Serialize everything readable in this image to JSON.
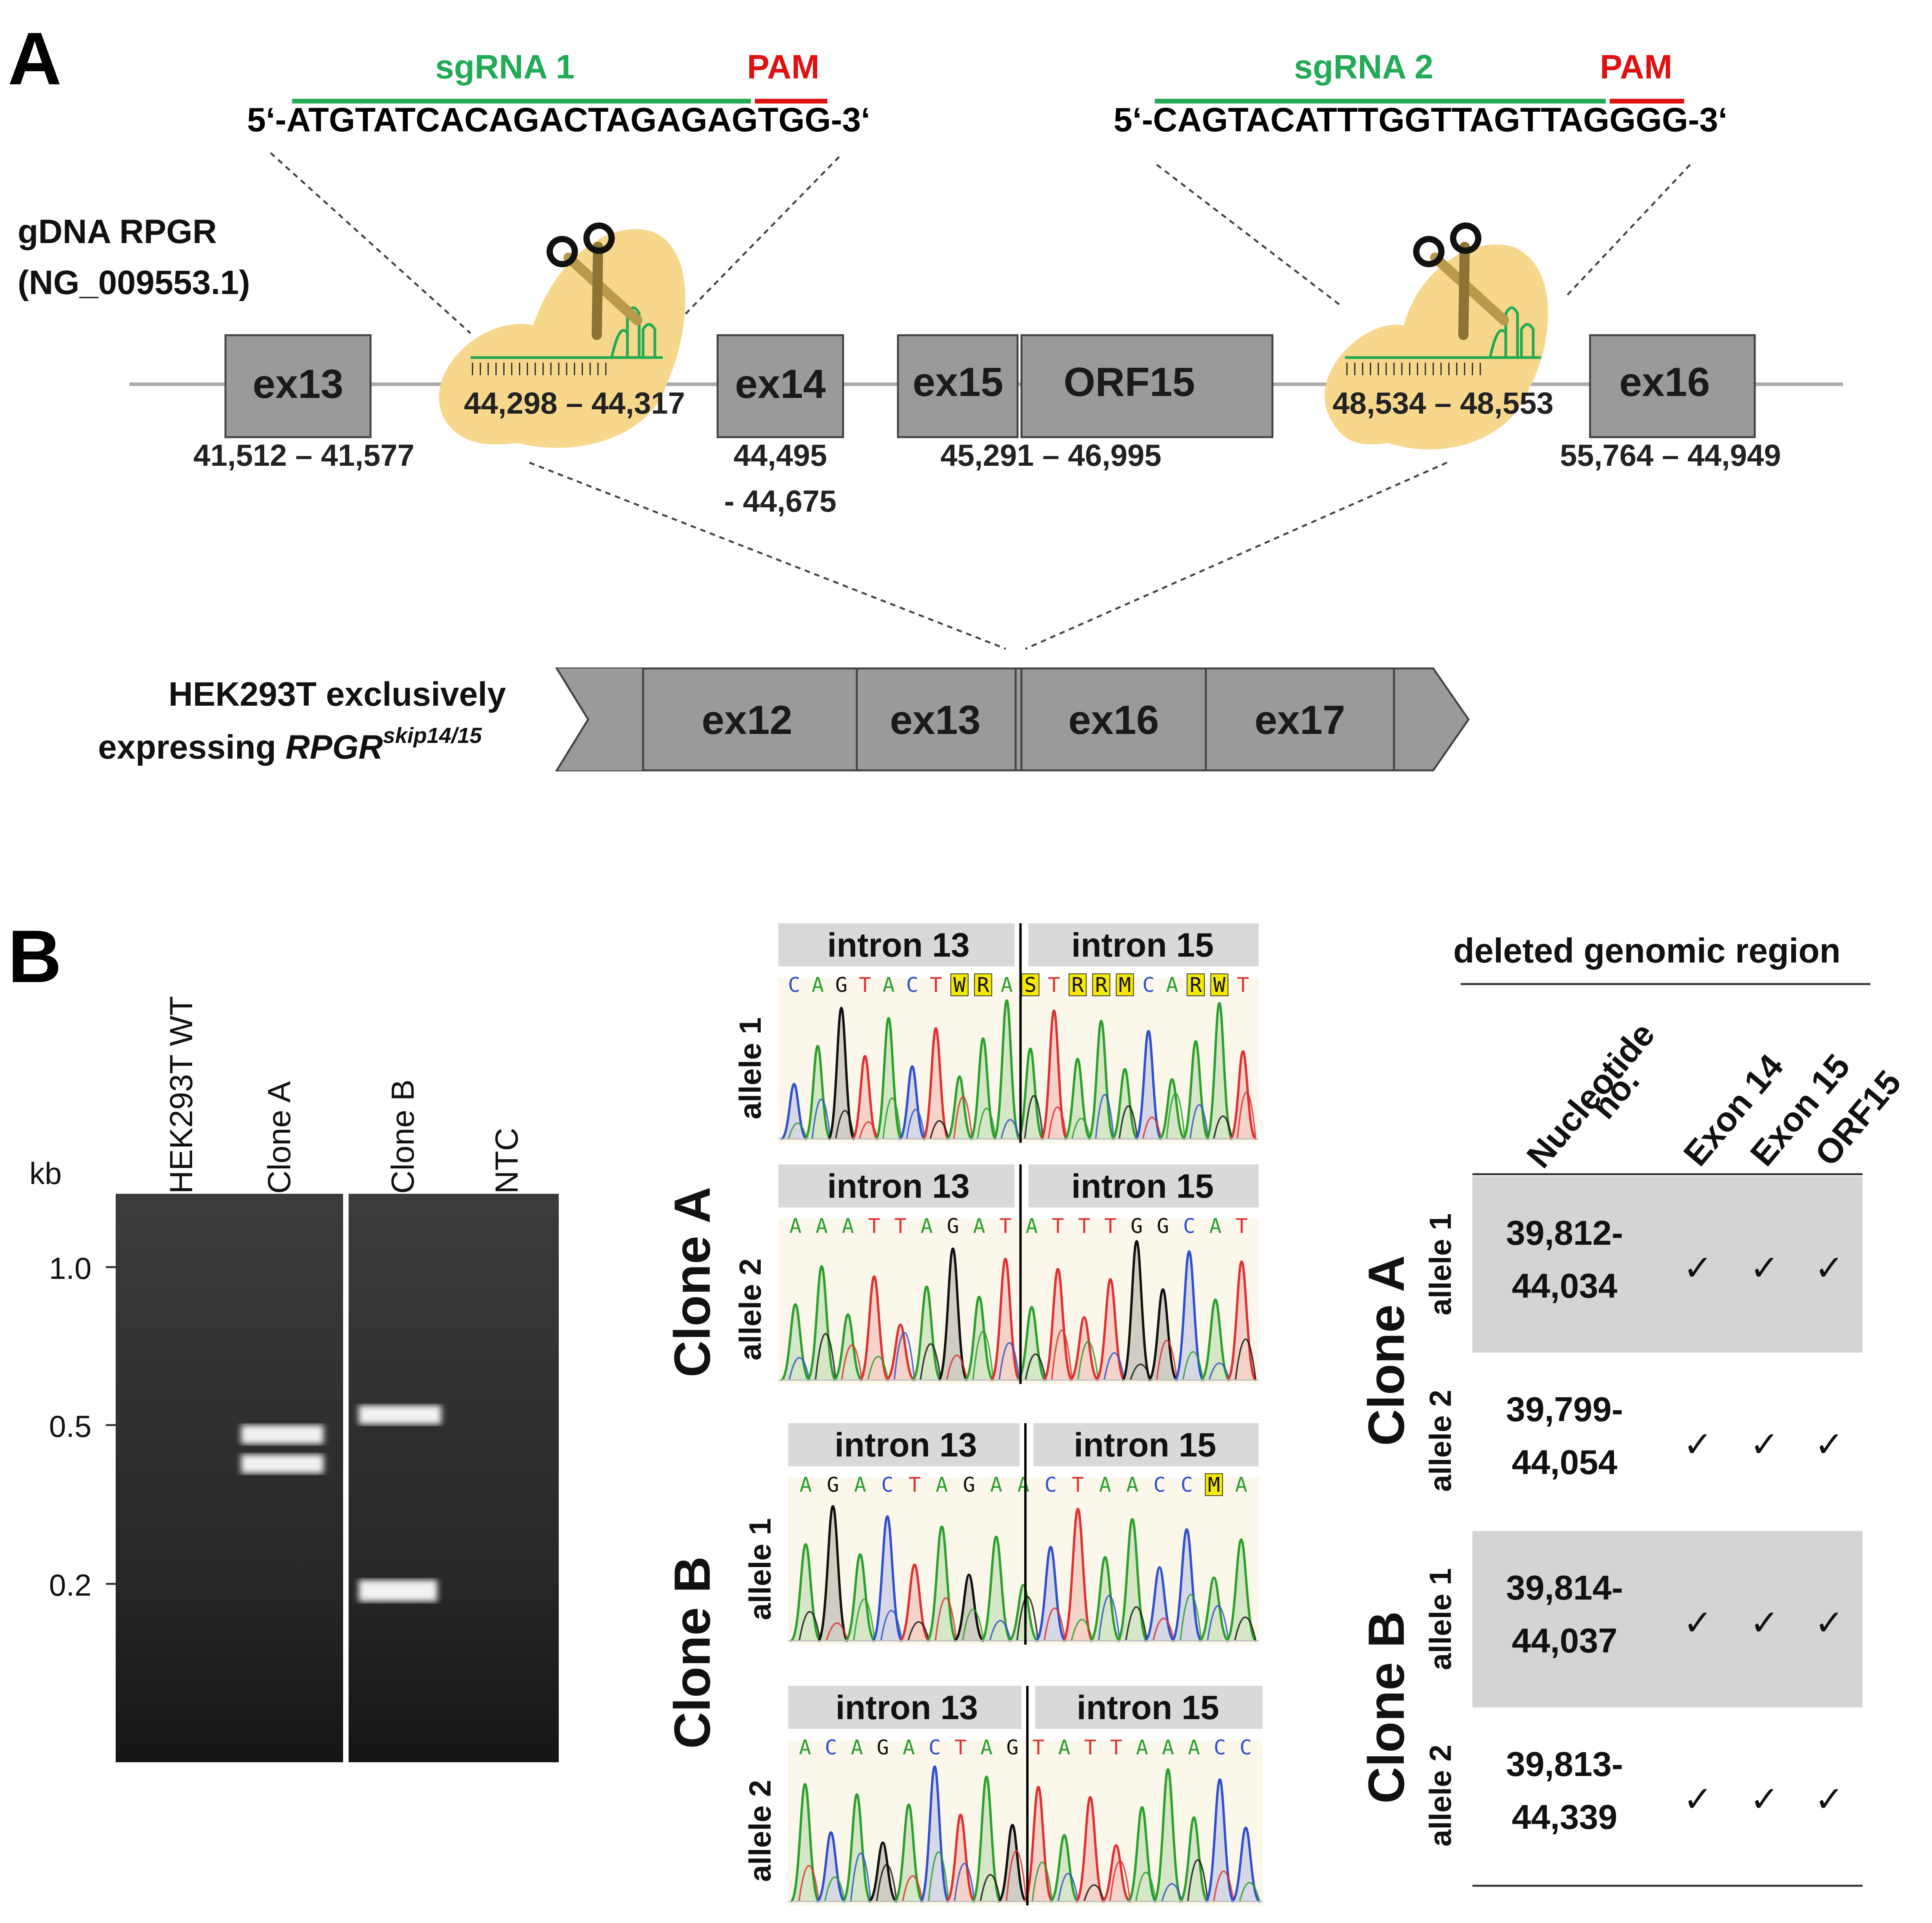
{
  "panel_a": {
    "label": "A",
    "sgrna1": {
      "name": "sgRNA 1",
      "pam": "PAM",
      "seq_prefix": "5‘-",
      "seq_guide": "ATGTATCACAGACTAGAGAG",
      "seq_pam": "TGG",
      "seq_suffix": "-3‘",
      "coord": "44,298 – 44,317"
    },
    "sgrna2": {
      "name": "sgRNA 2",
      "pam": "PAM",
      "seq_prefix": "5‘-",
      "seq_guide": "CAGTACATTTGGTTAGTTAG",
      "seq_pam": "GGG",
      "seq_suffix": "-3‘",
      "coord": "48,534 – 48,553"
    },
    "gdna_label": [
      "gDNA RPGR",
      "(NG_009553.1)"
    ],
    "exons": [
      {
        "name": "ex13",
        "coord": "41,512 – 41,577"
      },
      {
        "name": "ex14",
        "coord": "44,495",
        "coord2": "- 44,675"
      },
      {
        "name": "ex15",
        "coord": "45,291 – 46,995"
      },
      {
        "name": "ORF15"
      },
      {
        "name": "ex16",
        "coord": "55,764 – 44,949"
      }
    ],
    "result_label": {
      "line1": "HEK293T exclusively",
      "line2": "expressing ",
      "gene": "RPGR",
      "superscript": "skip14/15"
    },
    "transcript_exons": [
      "ex12",
      "ex13",
      "ex16",
      "ex17"
    ]
  },
  "panel_b": {
    "label": "B",
    "gel": {
      "unit": "kb",
      "ladder": [
        "1.0",
        "0.5",
        "0.2"
      ],
      "lanes": [
        "HEK293T WT",
        "Clone A",
        "Clone B",
        "NTC"
      ]
    },
    "chromatograms": [
      {
        "clone": "Clone A",
        "allele": "allele 1",
        "left": "intron 13",
        "right": "intron 15",
        "bases_left": [
          "C",
          "A",
          "G",
          "T",
          "A",
          "C",
          "T",
          "W",
          "R",
          "A"
        ],
        "bases_right": [
          "S",
          "T",
          "R",
          "R",
          "M",
          "C",
          "A",
          "R",
          "W",
          "T"
        ]
      },
      {
        "clone": "Clone A",
        "allele": "allele 2",
        "left": "intron 13",
        "right": "intron 15",
        "bases_left": [
          "A",
          "A",
          "A",
          "T",
          "T",
          "A",
          "G",
          "A",
          "T"
        ],
        "bases_right": [
          "A",
          "T",
          "T",
          "T",
          "G",
          "G",
          "C",
          "A",
          "T"
        ]
      },
      {
        "clone": "Clone B",
        "allele": "allele 1",
        "left": "intron 13",
        "right": "intron 15",
        "bases_left": [
          "A",
          "G",
          "A",
          "C",
          "T",
          "A",
          "G",
          "A"
        ],
        "bases_right": [
          "A",
          "C",
          "T",
          "A",
          "A",
          "C",
          "C",
          "M",
          "A"
        ]
      },
      {
        "clone": "Clone B",
        "allele": "allele 2",
        "left": "intron 13",
        "right": "intron 15",
        "bases_left": [
          "A",
          "C",
          "A",
          "G",
          "A",
          "C",
          "T",
          "A",
          "G"
        ],
        "bases_right": [
          "T",
          "A",
          "T",
          "T",
          "A",
          "A",
          "A",
          "C",
          "C"
        ]
      }
    ],
    "clone_labels": [
      "Clone A",
      "Clone B"
    ],
    "table": {
      "title": "deleted genomic region",
      "headers": [
        "Nucleotide",
        "no.",
        "Exon 14",
        "Exon 15",
        "ORF15"
      ],
      "tick": "✓",
      "rows": [
        {
          "clone": "Clone A",
          "allele": "allele 1",
          "nt1": "39,812-",
          "nt2": "44,034"
        },
        {
          "clone": "Clone A",
          "allele": "allele 2",
          "nt1": "39,799-",
          "nt2": "44,054"
        },
        {
          "clone": "Clone B",
          "allele": "allele 1",
          "nt1": "39,814-",
          "nt2": "44,037"
        },
        {
          "clone": "Clone B",
          "allele": "allele 2",
          "nt1": "39,813-",
          "nt2": "44,339"
        }
      ]
    }
  },
  "colors": {
    "guide": "#22aa55",
    "pam": "#e01010",
    "exon": "#9a9a9a",
    "cas9": "#f6d78c",
    "table_shade": "#d4d4d4",
    "A": "#2ca02c",
    "C": "#3050d0",
    "G": "#111111",
    "T": "#e03030"
  }
}
